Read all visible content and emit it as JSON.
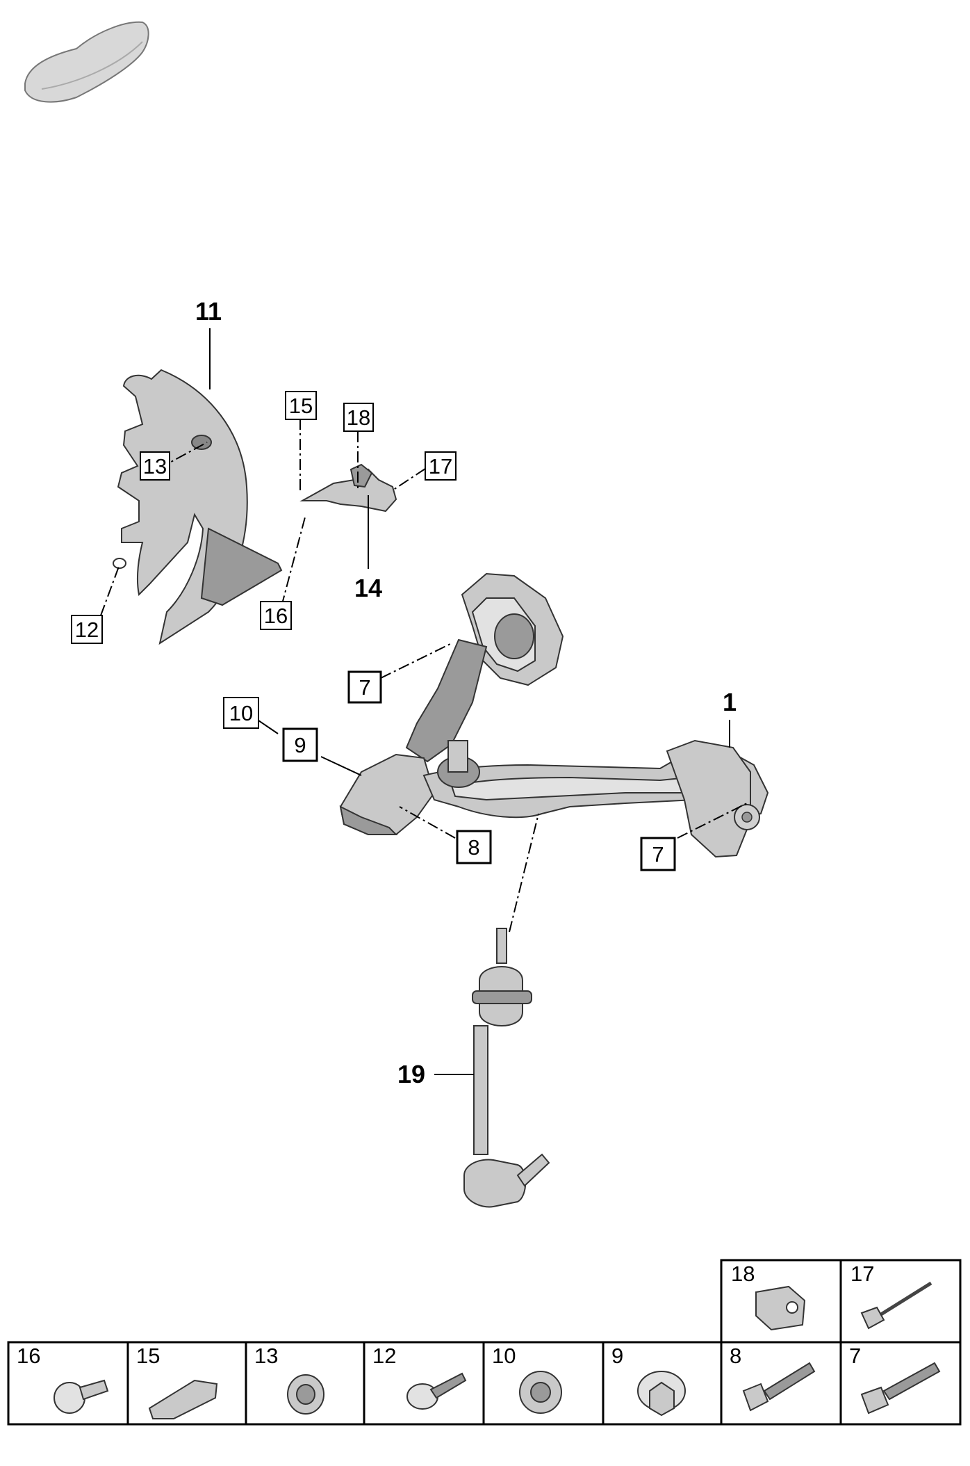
{
  "diagram": {
    "callouts": {
      "c1": "1",
      "c7a": "7",
      "c7b": "7",
      "c8": "8",
      "c9": "9",
      "c10": "10",
      "c11": "11",
      "c12": "12",
      "c13": "13",
      "c14": "14",
      "c15": "15",
      "c16": "16",
      "c17": "17",
      "c18": "18",
      "c19": "19"
    },
    "parts_table": {
      "top_row": [
        "18",
        "17"
      ],
      "bottom_row": [
        "16",
        "15",
        "13",
        "12",
        "10",
        "9",
        "8",
        "7"
      ]
    }
  }
}
